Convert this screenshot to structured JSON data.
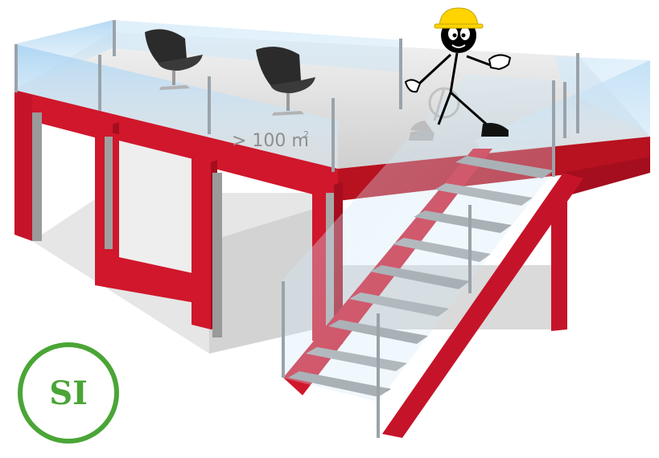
{
  "diagram": {
    "area_label": "> 100 m",
    "area_label_superscript": "2",
    "badge_text": "SI",
    "colors": {
      "frame": "#d0172b",
      "frame_dark": "#a50e1e",
      "glass": "#bfdff5",
      "floor": "#d9d9d9",
      "badge": "#4aa536",
      "helmet": "#ffd400"
    }
  }
}
